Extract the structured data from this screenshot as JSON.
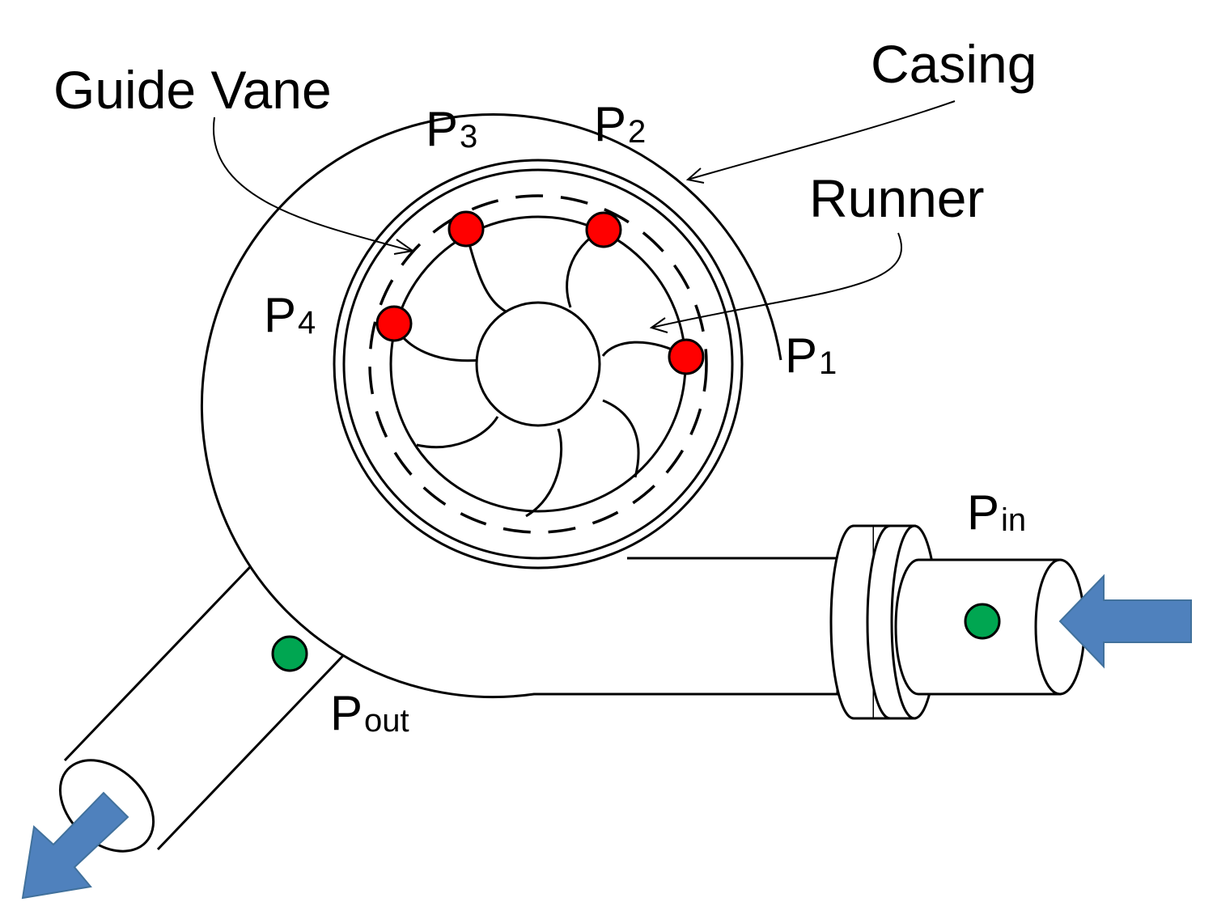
{
  "labels": {
    "guide_vane": "Guide Vane",
    "casing": "Casing",
    "runner": "Runner"
  },
  "points": {
    "p1": {
      "main": "P",
      "sub": "1"
    },
    "p2": {
      "main": "P",
      "sub": "2"
    },
    "p3": {
      "main": "P",
      "sub": "3"
    },
    "p4": {
      "main": "P",
      "sub": "4"
    },
    "pin": {
      "main": "P",
      "sub": "in"
    },
    "pout": {
      "main": "P",
      "sub": "out"
    }
  },
  "colors": {
    "stroke": "#000000",
    "runner_sensor": "#ff0000",
    "pipe_sensor": "#00a651",
    "flow_arrow": "#4f81bd",
    "flow_arrow_edge": "#41719c"
  }
}
